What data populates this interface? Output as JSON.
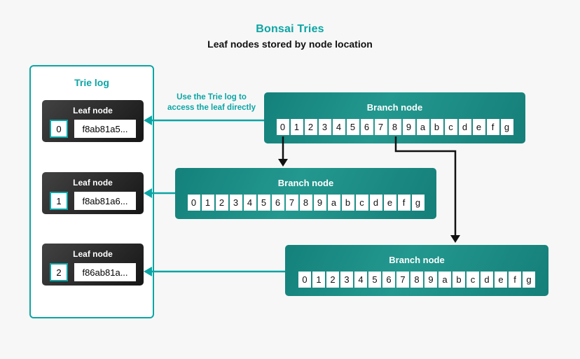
{
  "page": {
    "title": "Bonsai Tries",
    "subtitle": "Leaf nodes stored by node location"
  },
  "annotation": {
    "line1": "Use the Trie log to",
    "line2": "access the leaf directly"
  },
  "trie_log": {
    "title": "Trie log",
    "leaf_label": "Leaf node",
    "leaves": [
      {
        "index": "0",
        "hash": "f8ab81a5..."
      },
      {
        "index": "1",
        "hash": "f8ab81a6..."
      },
      {
        "index": "2",
        "hash": "f86ab81a..."
      }
    ]
  },
  "branch": {
    "label": "Branch node",
    "cells": [
      "0",
      "1",
      "2",
      "3",
      "4",
      "5",
      "6",
      "7",
      "8",
      "9",
      "a",
      "b",
      "c",
      "d",
      "e",
      "f",
      "g"
    ]
  },
  "colors": {
    "accent_teal": "#0ca5a5",
    "branch_teal_dark": "#14817b",
    "branch_teal_light": "#23988f",
    "leaf_card_dark": "#161616",
    "arrow_black": "#111111",
    "background": "#f7f7f7"
  }
}
